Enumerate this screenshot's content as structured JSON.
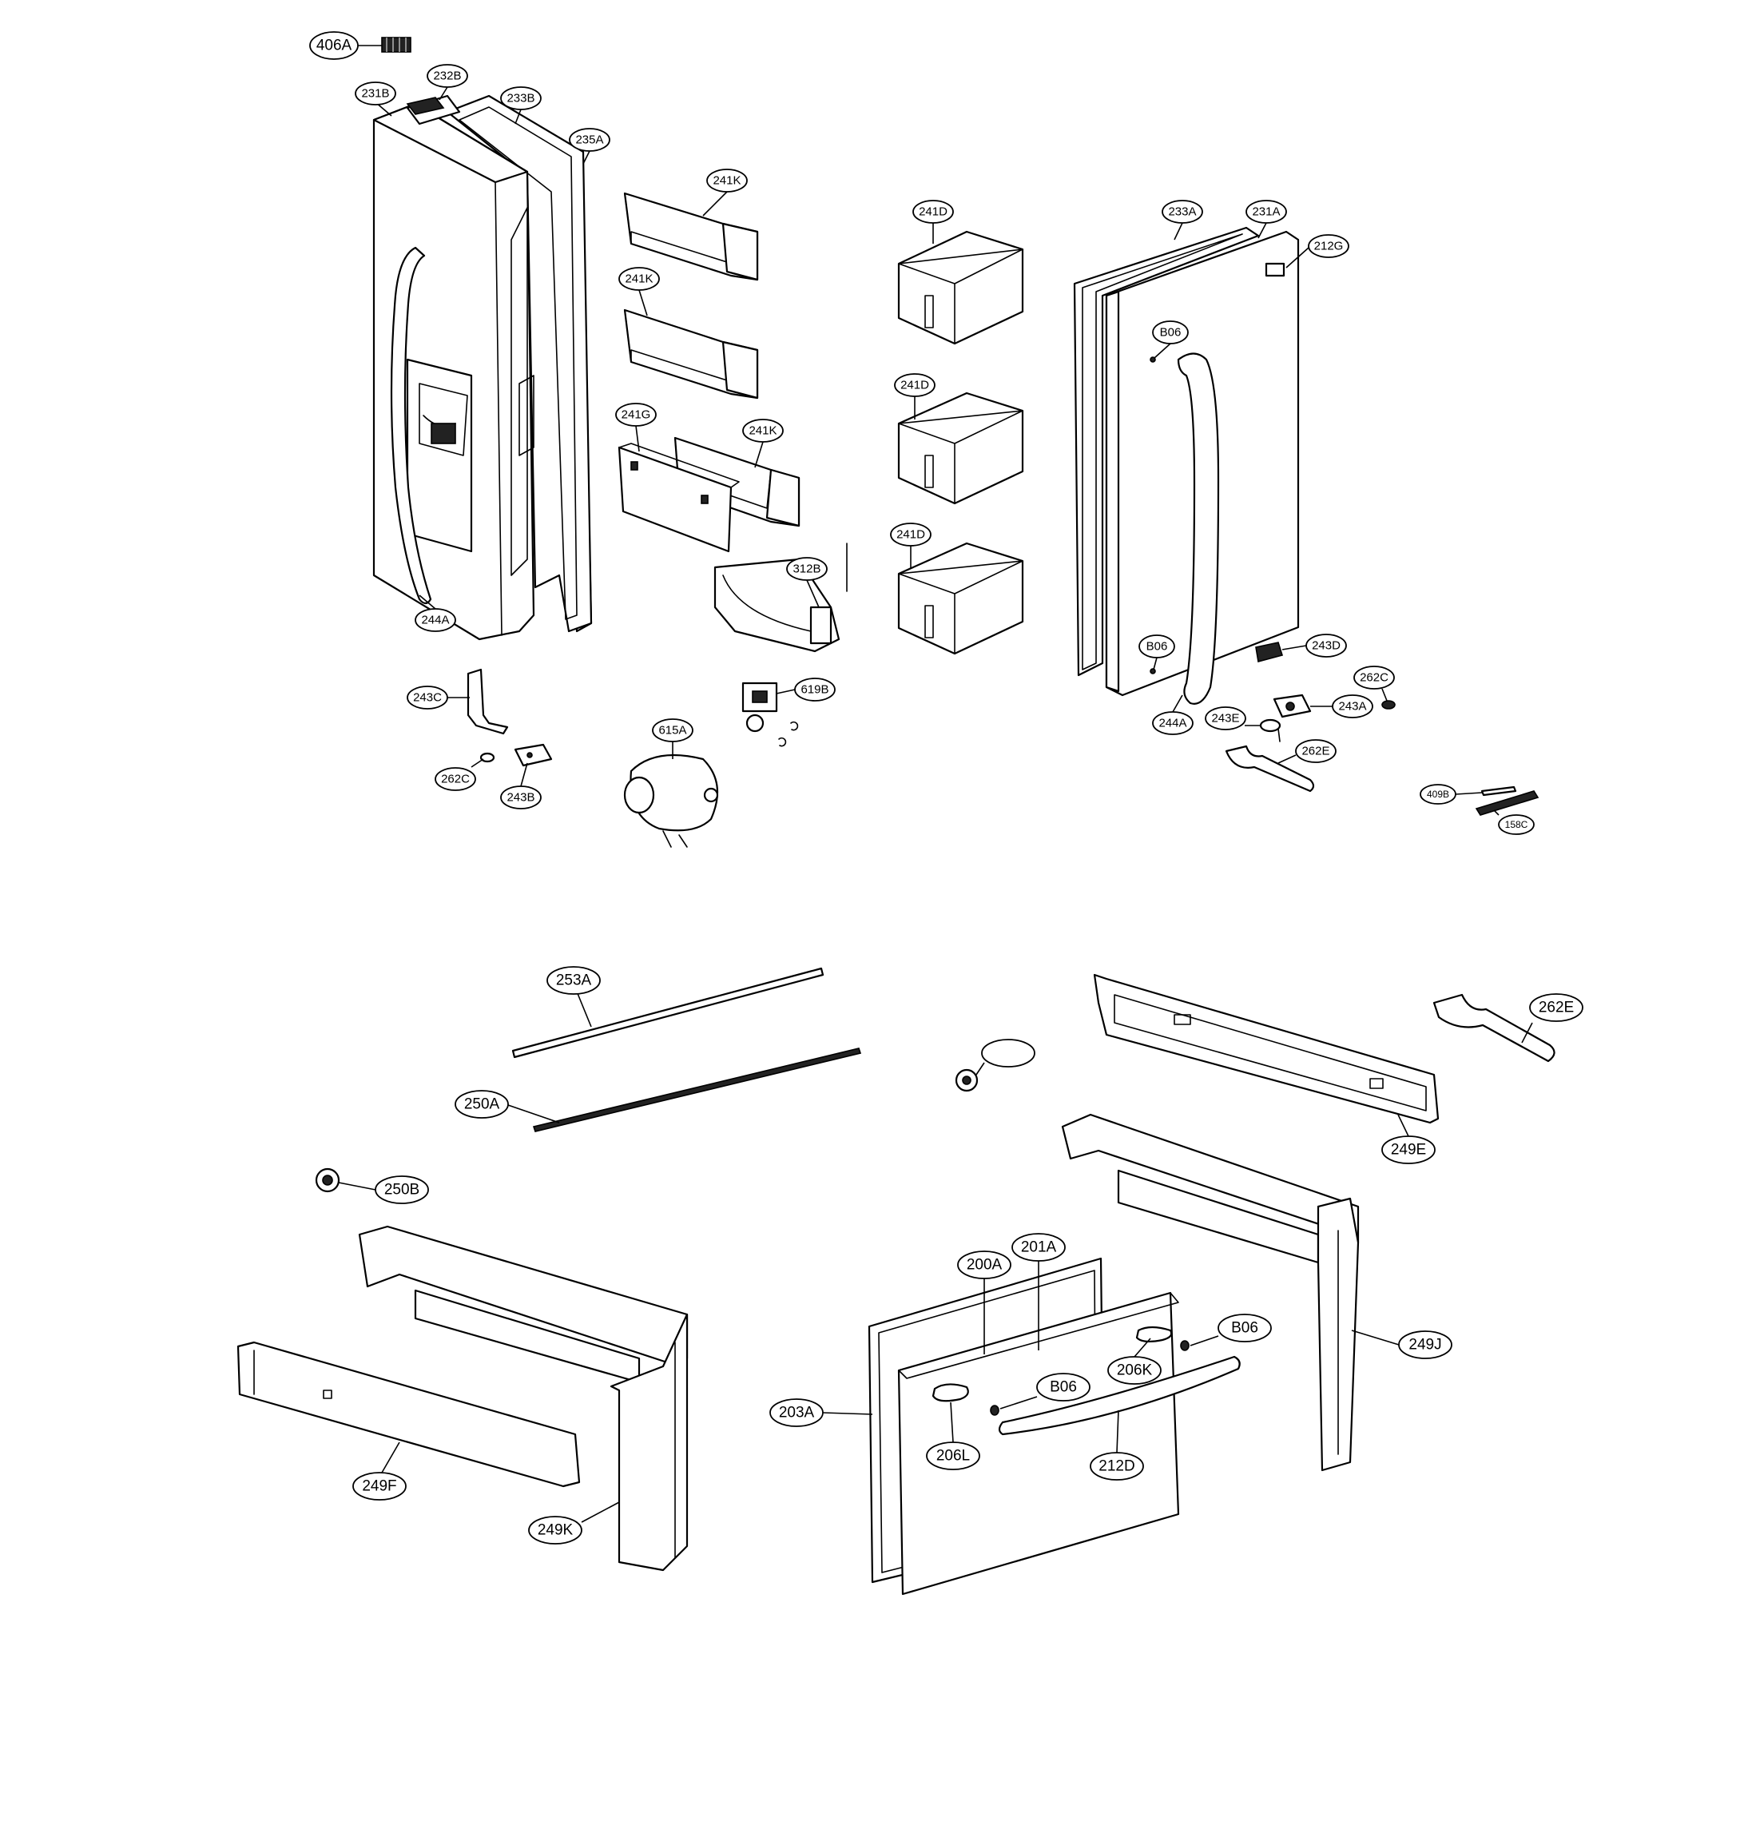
{
  "diagram": {
    "callouts": {
      "c406A": "406A",
      "c231B": "231B",
      "c232B": "232B",
      "c233B": "233B",
      "c235A": "235A",
      "c241K_1": "241K",
      "c241K_2": "241K",
      "c241K_3": "241K",
      "c241G": "241G",
      "c312B": "312B",
      "c244A_left": "244A",
      "c243C": "243C",
      "c262C_left": "262C",
      "c243B": "243B",
      "c615A": "615A",
      "c619B": "619B",
      "c241D_1": "241D",
      "c241D_2": "241D",
      "c241D_3": "241D",
      "c233A": "233A",
      "c231A": "231A",
      "c212G": "212G",
      "cB06_upper": "B06",
      "cB06_lower": "B06",
      "c243D": "243D",
      "c262C_right": "262C",
      "c243A": "243A",
      "c243E": "243E",
      "c262E_small": "262E",
      "c244A_right": "244A",
      "c409B": "409B",
      "c158C": "158C",
      "c253A": "253A",
      "c250A": "250A",
      "c250B": "250B",
      "c_blank": "",
      "c262E_large": "262E",
      "c249E": "249E",
      "c249J": "249J",
      "c249F": "249F",
      "c249K": "249K",
      "c200A": "200A",
      "c201A": "201A",
      "cB06_drawer_right": "B06",
      "cB06_drawer_center": "B06",
      "c206K": "206K",
      "c206L": "206L",
      "c212D": "212D",
      "c203A": "203A"
    }
  }
}
